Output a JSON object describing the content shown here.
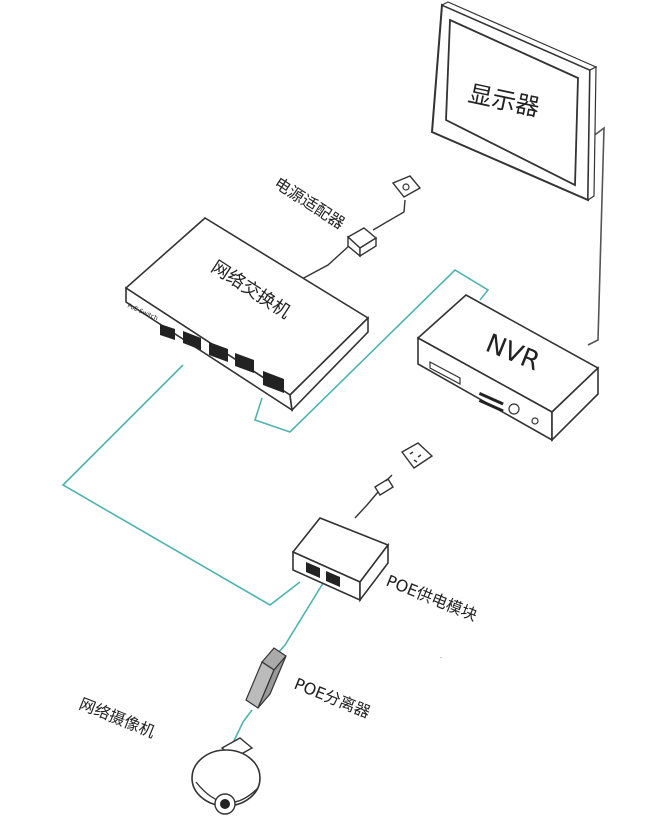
{
  "labels": {
    "monitor": "显示器",
    "power_adapter": "电源适配器",
    "switch": "网络交换机",
    "switch_brand": "PoE Switch",
    "nvr": "NVR",
    "poe_module": "POE供电模块",
    "poe_splitter": "POE分离器",
    "camera": "网络摄像机"
  },
  "colors": {
    "device_stroke": "#333333",
    "network_cable": "#4fb3b0",
    "device_fill": "#ffffff",
    "port_fill": "#222222"
  }
}
